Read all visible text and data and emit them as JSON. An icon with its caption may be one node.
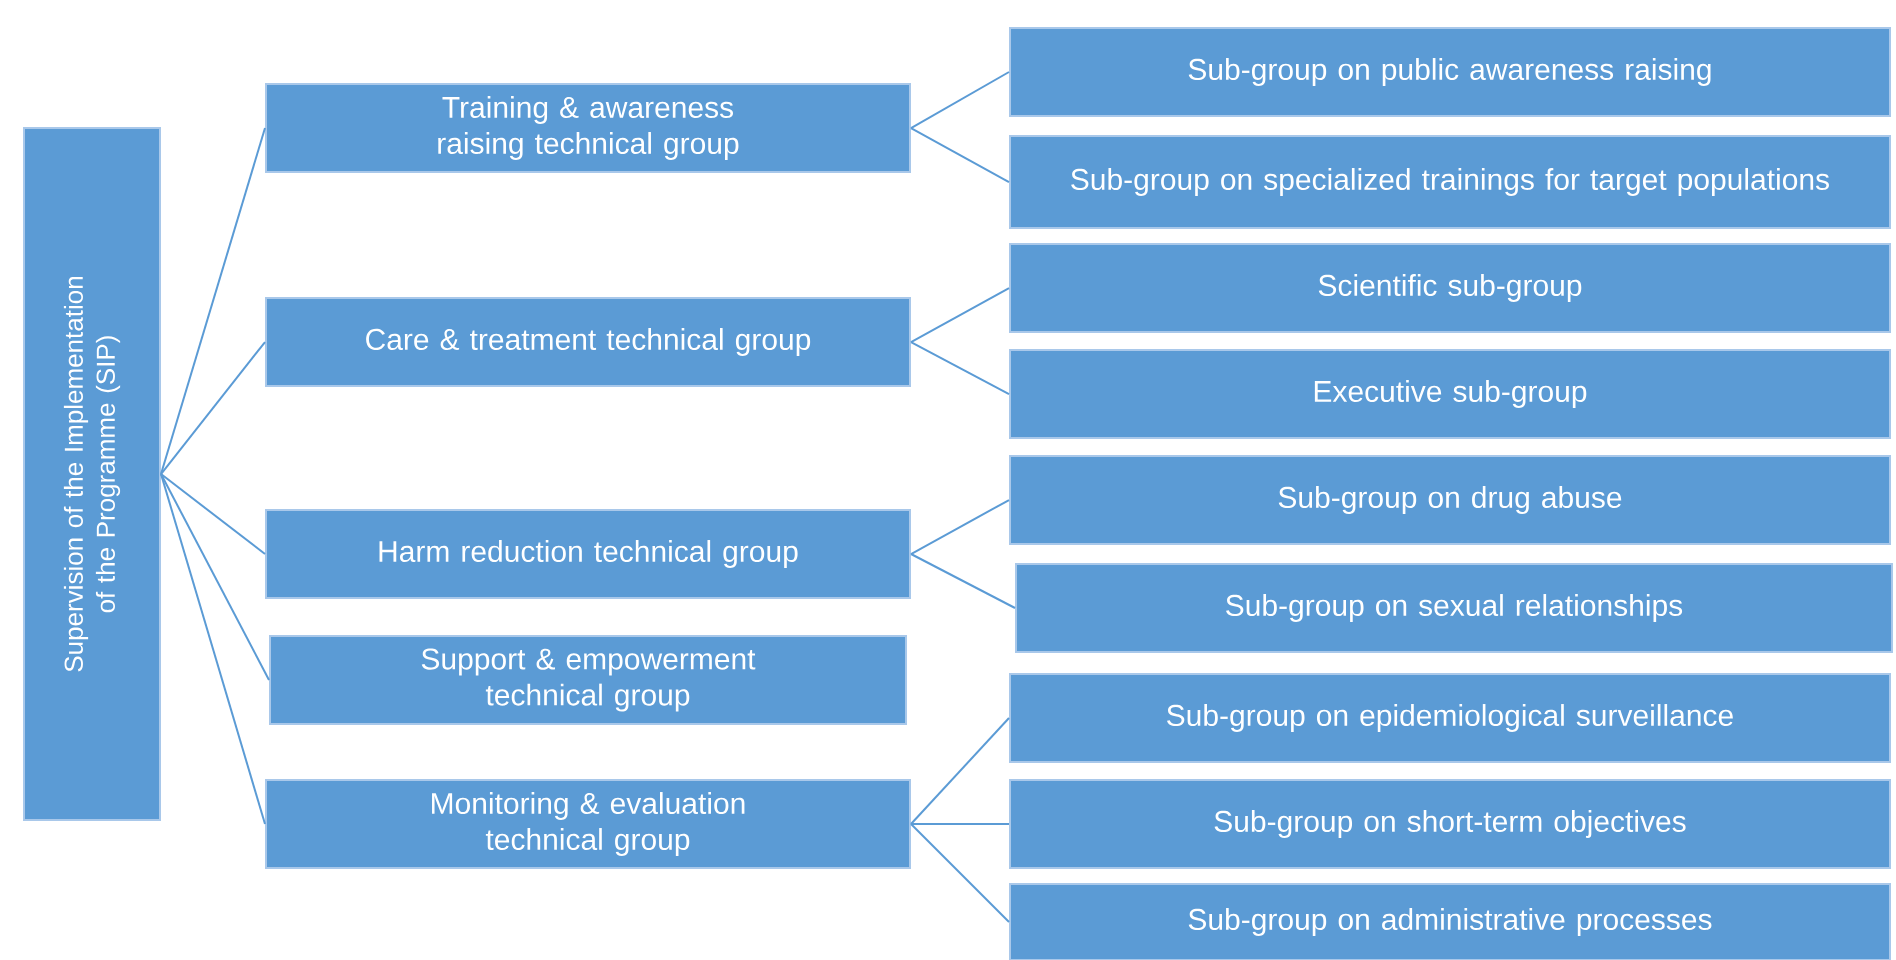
{
  "diagram": {
    "nodes": [
      {
        "text": [
          "Supervision of the Implementation of the Programme (SIP)"
        ]
      },
      {
        "text": [
          "Training & awareness raising technical group"
        ]
      },
      {
        "text": [
          "Care & treatment technical group"
        ]
      },
      {
        "text": [
          "Harm reduction technical group"
        ]
      },
      {
        "text": [
          "Support & empowerment technical group"
        ]
      },
      {
        "text": [
          "Monitoring & evaluation technical group"
        ]
      },
      {
        "text": [
          "Sub-group on public awareness raising"
        ]
      },
      {
        "text": [
          "Sub-group on specialized trainings for target populations"
        ]
      },
      {
        "text": [
          "Scientific sub-group"
        ]
      },
      {
        "text": [
          "Executive sub-group"
        ]
      },
      {
        "text": [
          "Sub-group on drug abuse"
        ]
      },
      {
        "text": [
          "Sub-group on sexual relationships"
        ]
      },
      {
        "text": [
          "Sub-group on epidemiological surveillance"
        ]
      },
      {
        "text": [
          "Sub-group on short-term objectives"
        ]
      },
      {
        "text": [
          "Sub-group on administrative processes"
        ]
      }
    ],
    "edges": [
      {
        "from": 0,
        "to": 1,
        "arrow": "none"
      },
      {
        "from": 0,
        "to": 2,
        "arrow": "none"
      },
      {
        "from": 0,
        "to": 3,
        "arrow": "none"
      },
      {
        "from": 0,
        "to": 4,
        "arrow": "none"
      },
      {
        "from": 0,
        "to": 5,
        "arrow": "none"
      },
      {
        "from": 1,
        "to": 6,
        "arrow": "none"
      },
      {
        "from": 1,
        "to": 7,
        "arrow": "none"
      },
      {
        "from": 2,
        "to": 8,
        "arrow": "none"
      },
      {
        "from": 2,
        "to": 9,
        "arrow": "none"
      },
      {
        "from": 3,
        "to": 10,
        "arrow": "none"
      },
      {
        "from": 3,
        "to": 11,
        "arrow": "none"
      },
      {
        "from": 5,
        "to": 12,
        "arrow": "none"
      },
      {
        "from": 5,
        "to": 13,
        "arrow": "none"
      },
      {
        "from": 5,
        "to": 14,
        "arrow": "none"
      }
    ]
  }
}
